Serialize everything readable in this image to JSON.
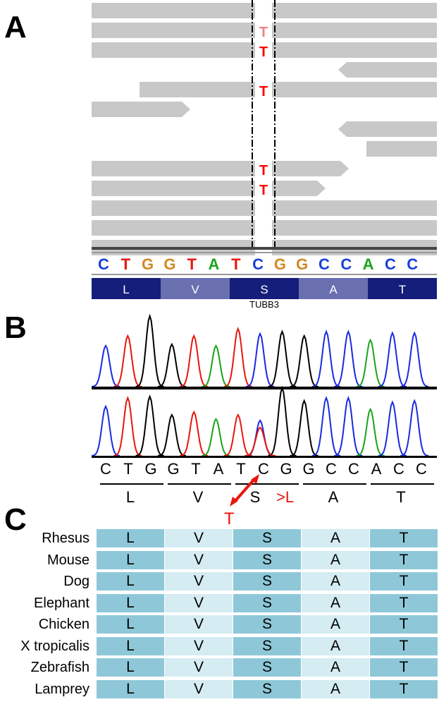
{
  "panels": {
    "a": "A",
    "b": "B",
    "c": "C"
  },
  "panel_a": {
    "reference_sequence": [
      "C",
      "T",
      "G",
      "G",
      "T",
      "A",
      "T",
      "C",
      "G",
      "G",
      "C",
      "C",
      "A",
      "C",
      "C"
    ],
    "codons": [
      "L",
      "V",
      "S",
      "A",
      "T"
    ],
    "gene_label": "TUBB3",
    "mismatch_base": "T",
    "colors": {
      "read": "#c8c8c8",
      "mismatch": "#ff0000",
      "A": "#1aa31a",
      "C": "#1a3fd8",
      "G": "#d08a22",
      "T": "#e8160c",
      "codon_dark": "#151e7a",
      "codon_light": "#6a6fb0"
    }
  },
  "panel_b": {
    "sequence": [
      "C",
      "T",
      "G",
      "G",
      "T",
      "A",
      "T",
      "C",
      "G",
      "G",
      "C",
      "C",
      "A",
      "C",
      "C"
    ],
    "codons": [
      "L",
      "V",
      "S",
      "A",
      "T"
    ],
    "mutation_base": "T",
    "mutation_aa": ">L",
    "colors": {
      "A": "#1aa31a",
      "C": "#1a2ae0",
      "G": "#000000",
      "T": "#e8160c"
    }
  },
  "panel_c": {
    "species": [
      "Rhesus",
      "Mouse",
      "Dog",
      "Elephant",
      "Chicken",
      "X tropicalis",
      "Zebrafish",
      "Lamprey"
    ],
    "residues": [
      "L",
      "V",
      "S",
      "A",
      "T"
    ]
  }
}
